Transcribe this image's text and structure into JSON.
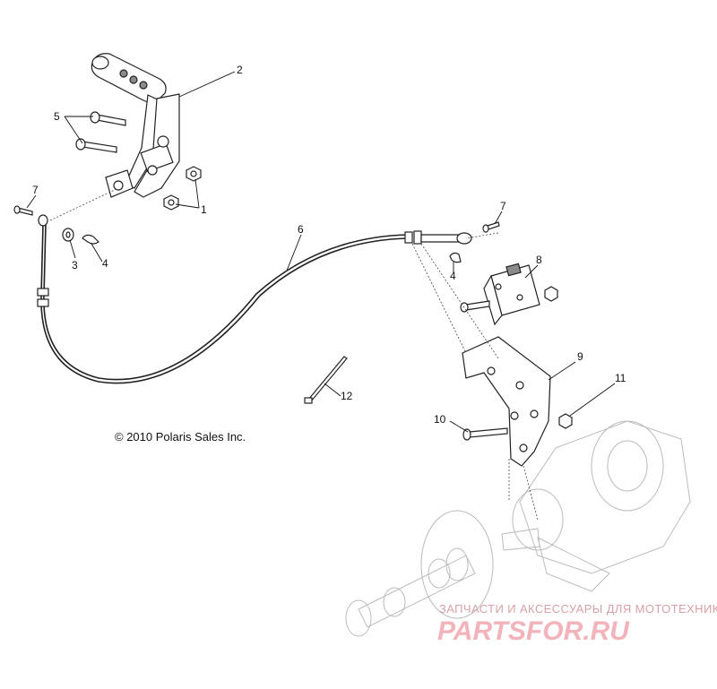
{
  "callouts": [
    {
      "id": "1",
      "label": "1"
    },
    {
      "id": "2",
      "label": "2"
    },
    {
      "id": "3",
      "label": "3"
    },
    {
      "id": "4a",
      "label": "4"
    },
    {
      "id": "4b",
      "label": "4"
    },
    {
      "id": "5",
      "label": "5"
    },
    {
      "id": "6",
      "label": "6"
    },
    {
      "id": "7a",
      "label": "7"
    },
    {
      "id": "7b",
      "label": "7"
    },
    {
      "id": "8",
      "label": "8"
    },
    {
      "id": "9",
      "label": "9"
    },
    {
      "id": "10",
      "label": "10"
    },
    {
      "id": "11",
      "label": "11"
    },
    {
      "id": "12",
      "label": "12"
    }
  ],
  "copyright": "© 2010 Polaris Sales Inc.",
  "watermark": {
    "tagline": "ЗАПЧАСТИ И АКСЕССУАРЫ ДЛЯ МОТОТЕХНИКИ",
    "logo": "PARTSFOR.RU"
  }
}
